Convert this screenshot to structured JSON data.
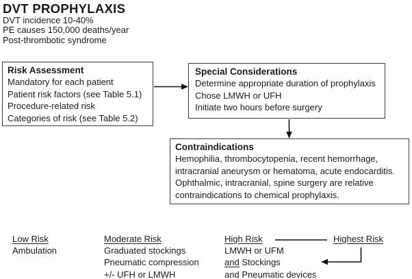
{
  "header": {
    "title": "DVT PROPHYLAXIS",
    "lines": [
      "DVT incidence 10-40%",
      "PE causes 150,000 deaths/year",
      "Post-thrombotic syndrome"
    ]
  },
  "boxes": {
    "risk_assessment": {
      "title": "Risk Assessment",
      "lines": [
        "Mandatory for each patient",
        "Patient risk factors (see Table 5.1)",
        "Procedure-related risk",
        "Categories of risk (see Table 5.2)"
      ]
    },
    "special_considerations": {
      "title": "Special Considerations",
      "lines": [
        "Determine appropriate duration of prophylaxis",
        "Chose LMWH or UFH",
        "Initiate two hours before surgery"
      ]
    },
    "contraindications": {
      "title": "Contraindications",
      "lines": [
        "Hemophilia, thrombocytopenia, recent hemorrhage,",
        "intracranial aneurysm or hematoma, acute endocarditis.",
        "Ophthalmic, intracranial, spine surgery are relative",
        "contraindications to chemical prophylaxis."
      ]
    }
  },
  "risk_levels": {
    "low": {
      "heading": "Low Risk",
      "lines": [
        "Ambulation"
      ]
    },
    "moderate": {
      "heading": "Moderate Risk",
      "lines": [
        "Graduated stockings",
        "Pneumatic compression",
        "+/- UFH or LMWH"
      ]
    },
    "high": {
      "heading": "High Risk",
      "line1": "LMWH or UFM",
      "line2_underlined": "and",
      "line2_rest": " Stockings",
      "line3_underlined": "and",
      "line3_rest": " Pneumatic devices"
    },
    "highest": {
      "heading": "Highest Risk"
    }
  },
  "colors": {
    "text": "#1a1a1a",
    "box_border": "#3b3b3b",
    "arrow": "#111111",
    "background": "#ffffff"
  }
}
